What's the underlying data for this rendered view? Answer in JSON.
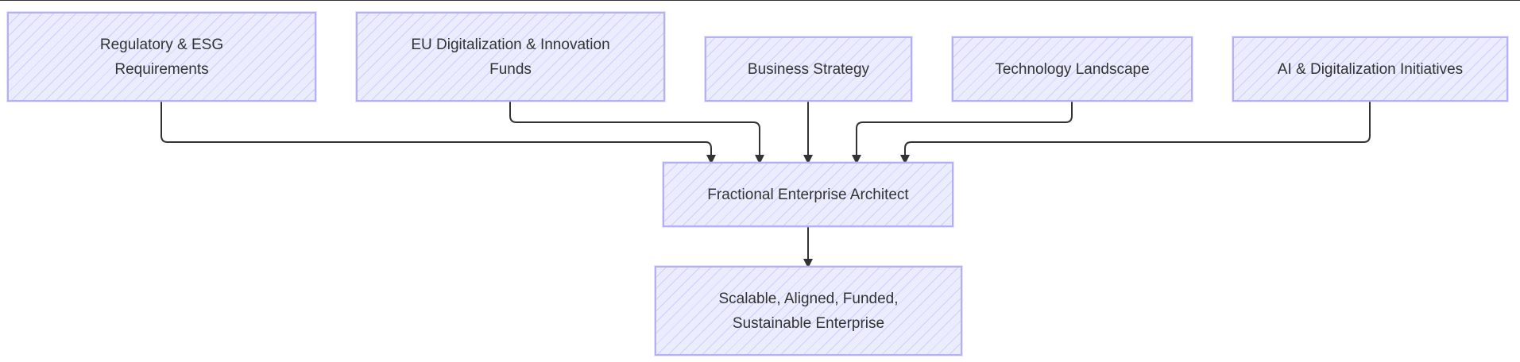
{
  "diagram": {
    "nodes": {
      "regulatory": {
        "line1": "Regulatory & ESG",
        "line2": "Requirements"
      },
      "eu_funds": {
        "line1": "EU Digitalization & Innovation",
        "line2": "Funds"
      },
      "business_strategy": {
        "label": "Business Strategy"
      },
      "technology_landscape": {
        "label": "Technology Landscape"
      },
      "ai_initiatives": {
        "label": "AI & Digitalization Initiatives"
      },
      "fractional_architect": {
        "label": "Fractional Enterprise Architect"
      },
      "outcome": {
        "line1": "Scalable, Aligned, Funded,",
        "line2": "Sustainable Enterprise"
      }
    },
    "edges": [
      {
        "from": "regulatory",
        "to": "fractional_architect"
      },
      {
        "from": "eu_funds",
        "to": "fractional_architect"
      },
      {
        "from": "business_strategy",
        "to": "fractional_architect"
      },
      {
        "from": "technology_landscape",
        "to": "fractional_architect"
      },
      {
        "from": "ai_initiatives",
        "to": "fractional_architect"
      },
      {
        "from": "fractional_architect",
        "to": "outcome"
      }
    ],
    "colors": {
      "node_fill": "#ececff",
      "node_border": "#b3b0f4",
      "edge": "#333333",
      "text": "#333333"
    }
  }
}
